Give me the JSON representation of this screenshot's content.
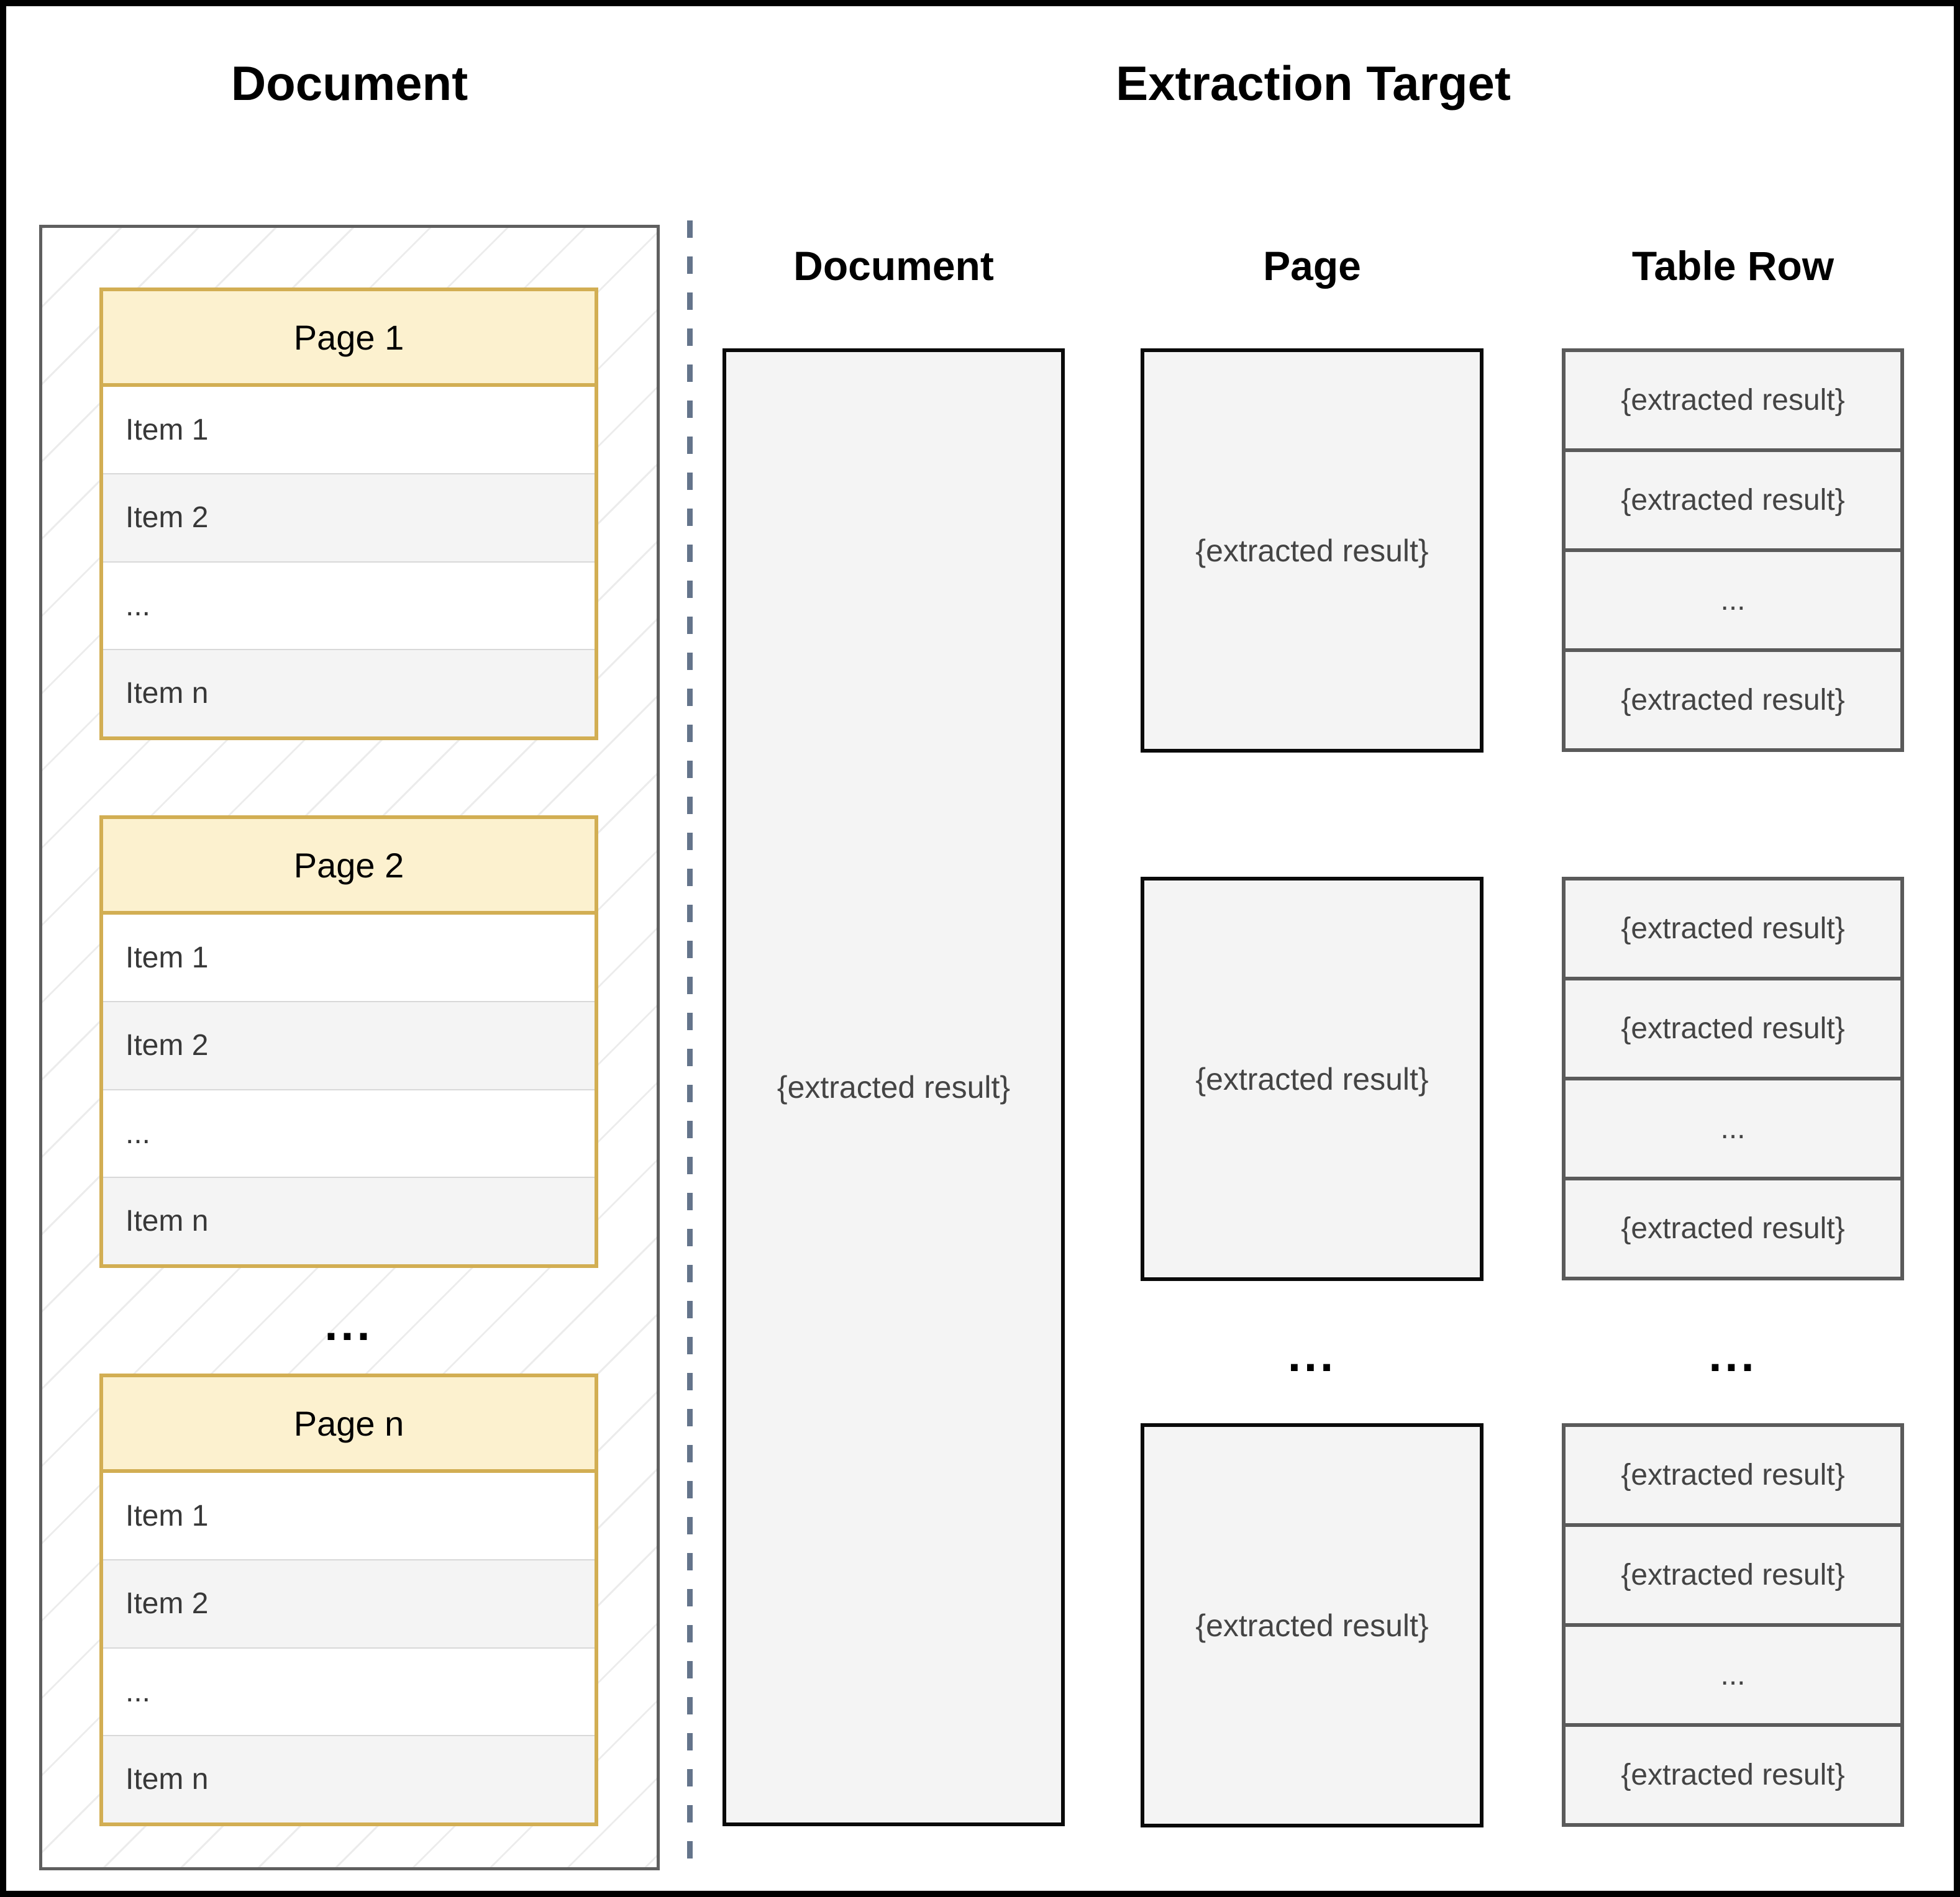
{
  "titles": {
    "left": "Document",
    "right": "Extraction Target"
  },
  "left": {
    "ellipsis": "...",
    "pages": [
      {
        "header": "Page 1",
        "items": [
          "Item 1",
          "Item 2",
          "...",
          "Item n"
        ]
      },
      {
        "header": "Page 2",
        "items": [
          "Item 1",
          "Item 2",
          "...",
          "Item n"
        ]
      },
      {
        "header": "Page n",
        "items": [
          "Item 1",
          "Item 2",
          "...",
          "Item n"
        ]
      }
    ]
  },
  "columns": {
    "document": {
      "label": "Document",
      "box_text": "{extracted result}"
    },
    "page": {
      "label": "Page",
      "ellipsis": "...",
      "boxes": [
        "{extracted result}",
        "{extracted result}",
        "{extracted result}"
      ]
    },
    "table_row": {
      "label": "Table Row",
      "ellipsis": "...",
      "groups": [
        {
          "rows": [
            "{extracted result}",
            "{extracted result}",
            "...",
            "{extracted result}"
          ]
        },
        {
          "rows": [
            "{extracted result}",
            "{extracted result}",
            "...",
            "{extracted result}"
          ]
        },
        {
          "rows": [
            "{extracted result}",
            "{extracted result}",
            "...",
            "{extracted result}"
          ]
        }
      ]
    }
  },
  "colors": {
    "page_header_fill": "#fcf1cf",
    "page_header_border": "#d2ae53",
    "panel_border": "#5f5f5f",
    "hatch_line": "#ececec",
    "dash_separator": "#64748b",
    "box_fill": "#f4f4f4",
    "box_border_black": "#0a0a0a",
    "table_row_border": "#5a5a5a",
    "alt_row_fill": "#f4f4f4",
    "text_dark": "#383838",
    "result_text": "#444444"
  }
}
